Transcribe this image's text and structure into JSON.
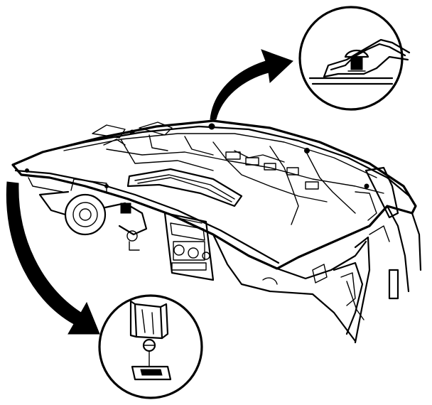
{
  "diagram": {
    "colors": {
      "ink": "#000000",
      "paper": "#ffffff"
    },
    "parts": [
      {
        "name": "instrument-panel-upper-trim-pad",
        "icon": "dash-pad-illustration"
      },
      {
        "name": "clip-detail-upper-inset",
        "icon": "clip-detail-magnifier"
      },
      {
        "name": "clip-detail-lower-inset",
        "icon": "clip-detail-magnifier"
      },
      {
        "name": "callout-arrow-upper",
        "icon": "curved-arrow-icon"
      },
      {
        "name": "callout-arrow-lower",
        "icon": "curved-arrow-icon"
      }
    ]
  }
}
